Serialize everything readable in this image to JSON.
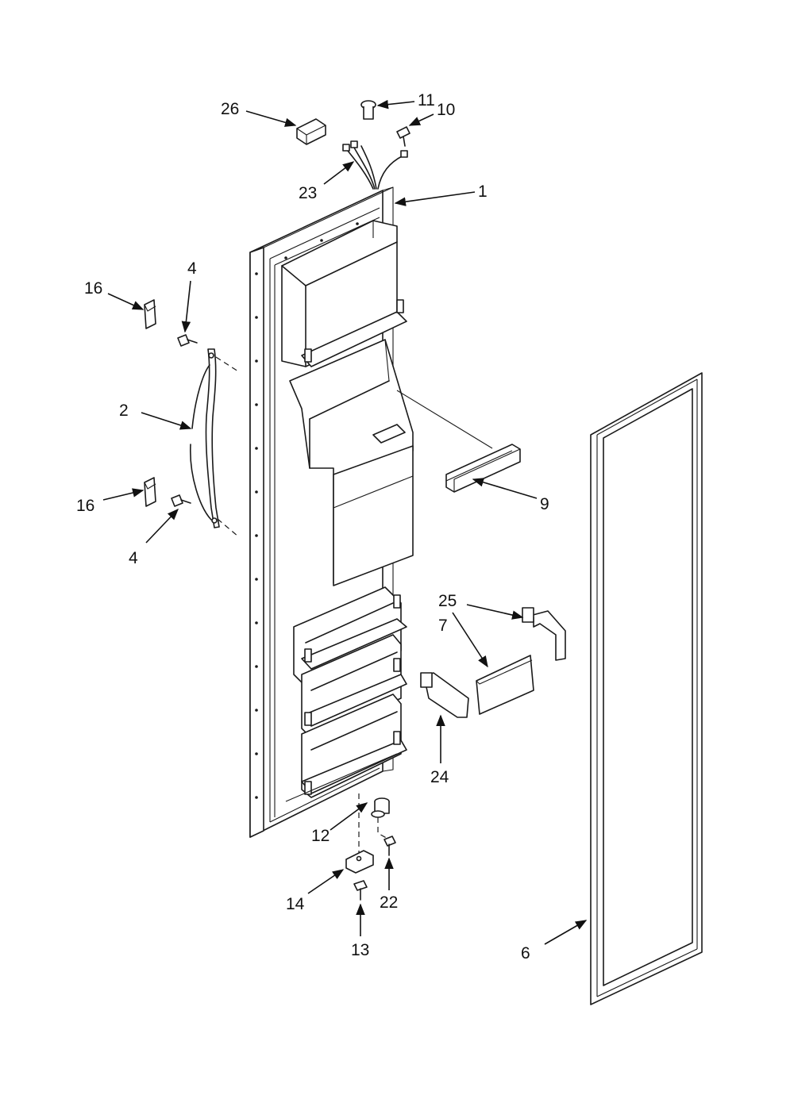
{
  "diagram": {
    "callouts": [
      {
        "id": "26",
        "text": "26"
      },
      {
        "id": "11",
        "text": "11"
      },
      {
        "id": "10",
        "text": "10"
      },
      {
        "id": "23",
        "text": "23"
      },
      {
        "id": "1",
        "text": "1"
      },
      {
        "id": "16a",
        "text": "16"
      },
      {
        "id": "4a",
        "text": "4"
      },
      {
        "id": "2",
        "text": "2"
      },
      {
        "id": "16b",
        "text": "16"
      },
      {
        "id": "4b",
        "text": "4"
      },
      {
        "id": "9",
        "text": "9"
      },
      {
        "id": "25",
        "text": "25"
      },
      {
        "id": "7",
        "text": "7"
      },
      {
        "id": "24",
        "text": "24"
      },
      {
        "id": "12",
        "text": "12"
      },
      {
        "id": "14",
        "text": "14"
      },
      {
        "id": "22",
        "text": "22"
      },
      {
        "id": "13",
        "text": "13"
      },
      {
        "id": "6",
        "text": "6"
      }
    ]
  }
}
